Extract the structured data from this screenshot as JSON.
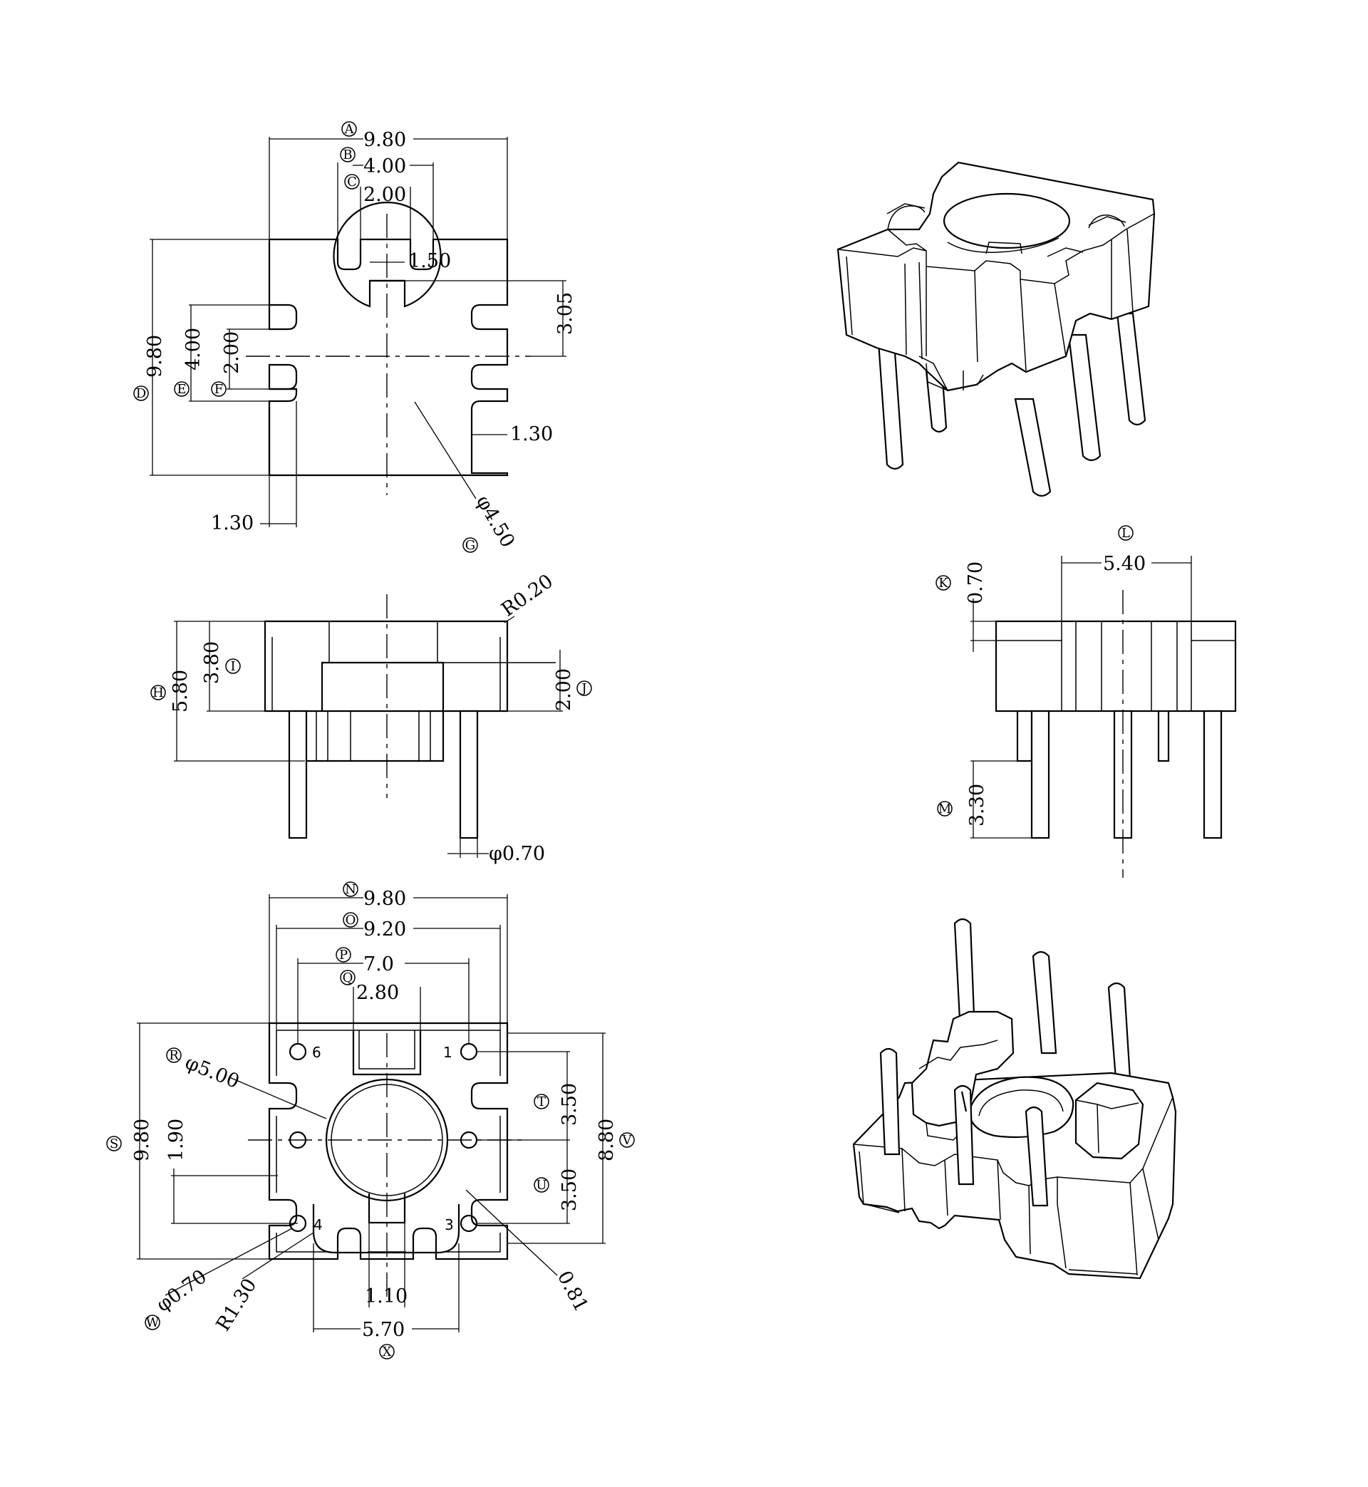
{
  "top_view": {
    "dims": {
      "a": "9.80",
      "b": "4.00",
      "c": "2.00",
      "c_slot": "1.50",
      "d": "9.80",
      "e": "4.00",
      "f": "2.00",
      "hole_offset": "3.05",
      "slot_right": "1.30",
      "slot_left": "1.30",
      "g": "φ4.50"
    },
    "labels": {
      "a": "A",
      "b": "B",
      "c": "C",
      "d": "D",
      "e": "E",
      "f": "F",
      "g": "G"
    }
  },
  "front_view": {
    "dims": {
      "h": "5.80",
      "i": "3.80",
      "j": "2.00",
      "radius": "R0.20",
      "pin_dia": "φ0.70"
    },
    "labels": {
      "h": "H",
      "i": "I",
      "j": "J"
    }
  },
  "side_view": {
    "dims": {
      "k": "0.70",
      "l": "5.40",
      "m": "3.30"
    },
    "labels": {
      "k": "K",
      "l": "L",
      "m": "M"
    }
  },
  "bottom_view": {
    "dims": {
      "n": "9.80",
      "o": "9.20",
      "p": "7.0",
      "q": "2.80",
      "r": "φ5.00",
      "s": "9.80",
      "t": "3.50",
      "u": "3.50",
      "v": "8.80",
      "w": "φ0.70",
      "x": "5.70",
      "left_h": "1.90",
      "center_slot": "1.10",
      "corner_r": "R1.30",
      "small": "0.81"
    },
    "labels": {
      "n": "N",
      "o": "O",
      "p": "P",
      "q": "Q",
      "r": "R",
      "s": "S",
      "t": "T",
      "u": "U",
      "v": "V",
      "w": "W",
      "x": "X"
    },
    "pins": [
      "1",
      "3",
      "4",
      "6"
    ]
  }
}
